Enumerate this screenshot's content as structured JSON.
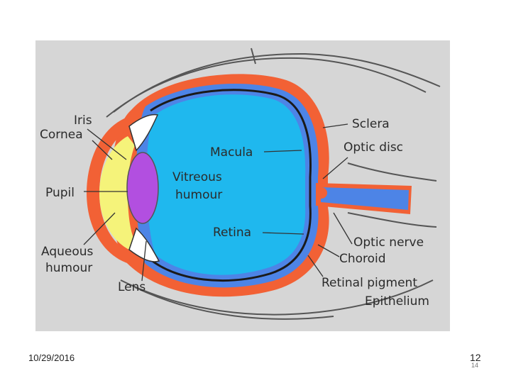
{
  "diagram": {
    "labels": {
      "iris": "Iris",
      "cornea": "Cornea",
      "pupil": "Pupil",
      "aqueous_line1": "Aqueous",
      "aqueous_line2": "humour",
      "lens": "Lens",
      "macula": "Macula",
      "vitreous_line1": "Vitreous",
      "vitreous_line2": "humour",
      "retina": "Retina",
      "sclera": "Sclera",
      "optic_disc": "Optic disc",
      "optic_nerve": "Optic nerve",
      "choroid": "Choroid",
      "rpe_line1": "Retinal pigment",
      "rpe_line2": "Epithelium"
    },
    "colors": {
      "background": "#d6d6d6",
      "sclera": "#f26135",
      "choroid": "#4d84e6",
      "vitreous": "#1fb8ee",
      "aqueous": "#f5f37a",
      "lens": "#b24fe0"
    }
  },
  "footer": {
    "date": "10/29/2016",
    "slide_number": "12",
    "page_number": "14"
  }
}
